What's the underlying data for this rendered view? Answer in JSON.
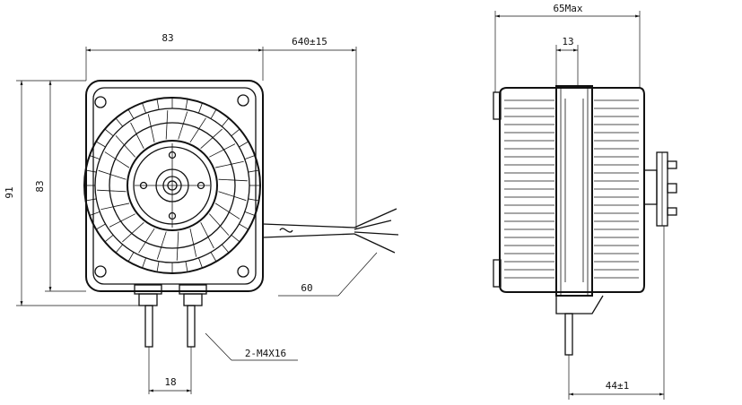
{
  "dimensions": {
    "width_83_top": "83",
    "cable_length": "640±15",
    "height_91": "91",
    "height_83": "83",
    "wire_strip": "60",
    "screws": "2-M4X16",
    "screw_spacing": "18",
    "depth_max": "65Max",
    "flange_13": "13",
    "shaft_44": "44±1"
  }
}
